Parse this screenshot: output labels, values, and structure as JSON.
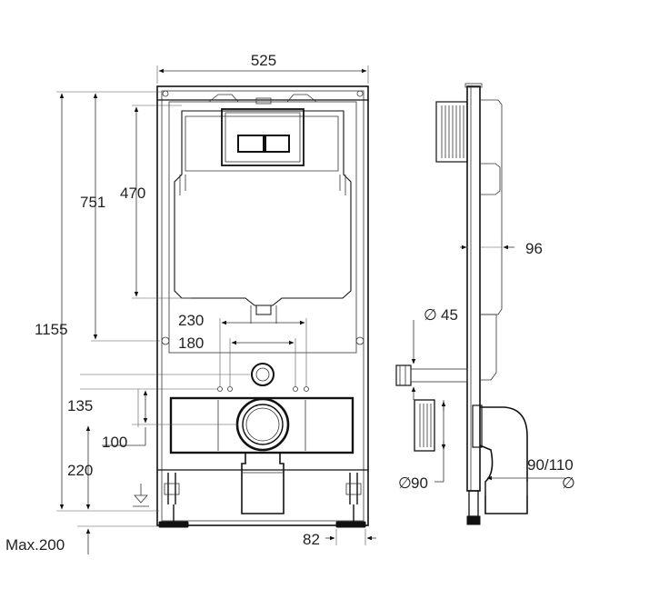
{
  "dimensions": {
    "frame_width": "525",
    "total_height": "1155",
    "upper_height": "751",
    "tank_height": "470",
    "stud_spacing_outer": "230",
    "stud_spacing_inner": "180",
    "inlet_height": "135",
    "outlet_offset": "100",
    "outlet_height": "220",
    "max_floor": "Max.200",
    "foot_width": "82",
    "depth": "96",
    "inlet_diameter": "45",
    "outlet_diameter": "90",
    "bend_diameter": "90/110"
  },
  "symbols": {
    "diameter_glyph": "∅",
    "diameter_glyph_2": "∅",
    "diameter_glyph_3": "∅"
  }
}
